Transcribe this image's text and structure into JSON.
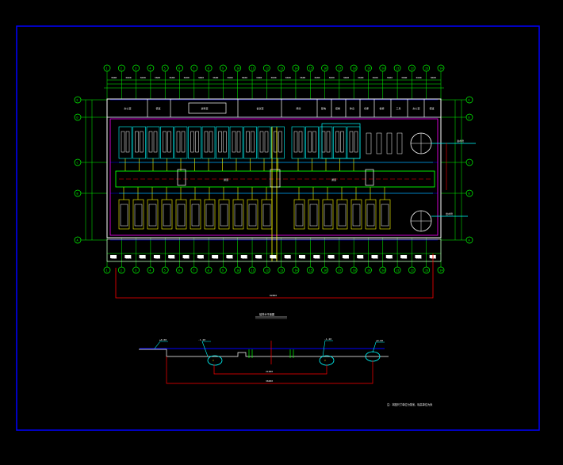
{
  "drawing": {
    "colors": {
      "background": "#000000",
      "frame": "#0000ff",
      "wall": "#ffffff",
      "grid": "#00ff00",
      "pipe": "#ffff00",
      "water": "#00ffff",
      "dimension": "#ff0000",
      "axis": "#0000ff",
      "accent": "#ff00ff"
    },
    "top_axis_labels": [
      "1",
      "2",
      "3",
      "4",
      "5",
      "6",
      "7",
      "8",
      "9",
      "10",
      "11",
      "12",
      "13",
      "14",
      "15",
      "16",
      "17",
      "18",
      "19",
      "20",
      "21",
      "22",
      "23",
      "24"
    ],
    "bottom_axis_labels": [
      "1",
      "2",
      "3",
      "4",
      "5",
      "6",
      "7",
      "8",
      "9",
      "10",
      "11",
      "12",
      "13",
      "14",
      "15",
      "16",
      "17",
      "18",
      "19",
      "20",
      "21",
      "22",
      "23",
      "24"
    ],
    "left_axis_labels": [
      "E",
      "D",
      "C",
      "B",
      "A"
    ],
    "right_axis_labels": [
      "E",
      "D",
      "C",
      "B",
      "A"
    ],
    "top_dims": [
      "3600",
      "3600",
      "3600",
      "3600",
      "3600",
      "3600",
      "3600",
      "3600",
      "3600",
      "3600",
      "3600",
      "3600",
      "3600",
      "3600",
      "3600",
      "3600",
      "3600",
      "3600",
      "3600",
      "3600",
      "3600",
      "3600",
      "3600"
    ],
    "bottom_dims": [
      "3600",
      "3600",
      "3600",
      "3600",
      "3600",
      "3600",
      "3600",
      "3600",
      "3600",
      "3600",
      "3600",
      "3600",
      "3600",
      "3600",
      "3600",
      "3600",
      "3600",
      "3600",
      "3600",
      "3600",
      "3600",
      "3600",
      "3600"
    ],
    "room_labels": [
      "办公室",
      "值班",
      "资料室",
      "会议室",
      "库房",
      "配电",
      "控制",
      "休息",
      "仓库",
      "检修",
      "工具"
    ],
    "corridor_label": "通道",
    "right_notes": [
      "进水管",
      "出水管"
    ],
    "main_dim": "82800",
    "plan_title": "给排水平面图",
    "section_dim_a": "21000",
    "section_dim_b": "36000",
    "section_marks": [
      "▽",
      "▽"
    ],
    "elev_labels": [
      "±0.00",
      "-1.20",
      "-1.20",
      "±0.00"
    ],
    "footnote": "注：本图尺寸单位为毫米，标高单位为米"
  }
}
